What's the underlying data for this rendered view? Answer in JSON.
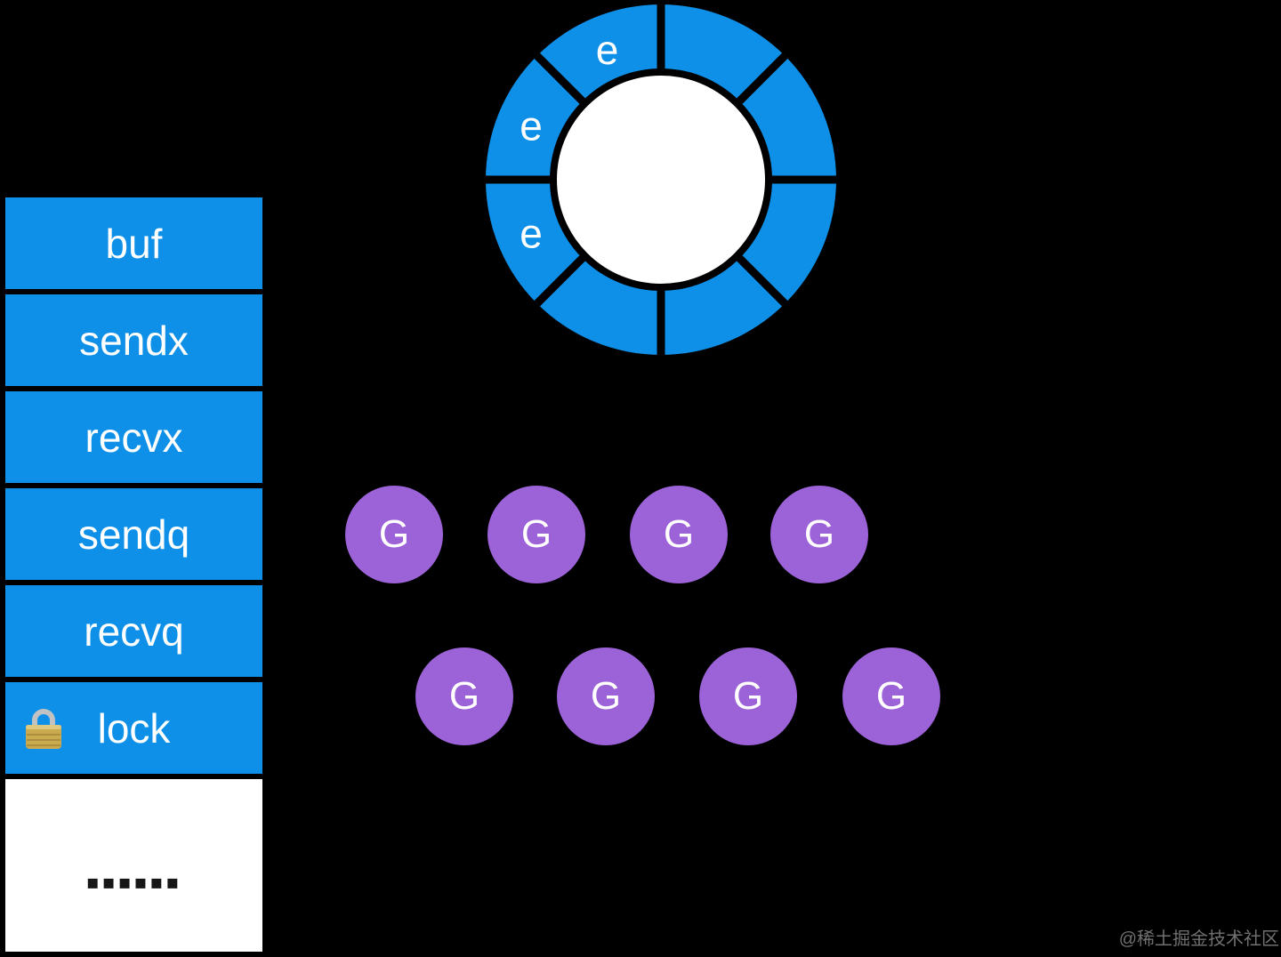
{
  "colors": {
    "background": "#000000",
    "blue": "#0e90e8",
    "purple": "#9c63d9",
    "row_text": "#ffffff",
    "watermark": "#7d7d7d",
    "lock_gold": "#c9aa4e",
    "lock_gold_light": "#ddc883",
    "lock_silver": "#c2c2c2"
  },
  "struct_table": {
    "rows": [
      {
        "label": "buf"
      },
      {
        "label": "sendx"
      },
      {
        "label": "recvx"
      },
      {
        "label": "sendq"
      },
      {
        "label": "recvq"
      },
      {
        "label": "lock",
        "icon": "lock-icon"
      }
    ],
    "ellipsis": "▪▪▪▪▪▪"
  },
  "ring_buffer": {
    "segment_count": 8,
    "slots": [
      "",
      "",
      "",
      "",
      "",
      "e",
      "e",
      "e"
    ]
  },
  "goroutines": {
    "row1": [
      "G",
      "G",
      "G",
      "G"
    ],
    "row2": [
      "G",
      "G",
      "G",
      "G"
    ]
  },
  "watermark": {
    "text": "@稀土掘金技术社区"
  }
}
